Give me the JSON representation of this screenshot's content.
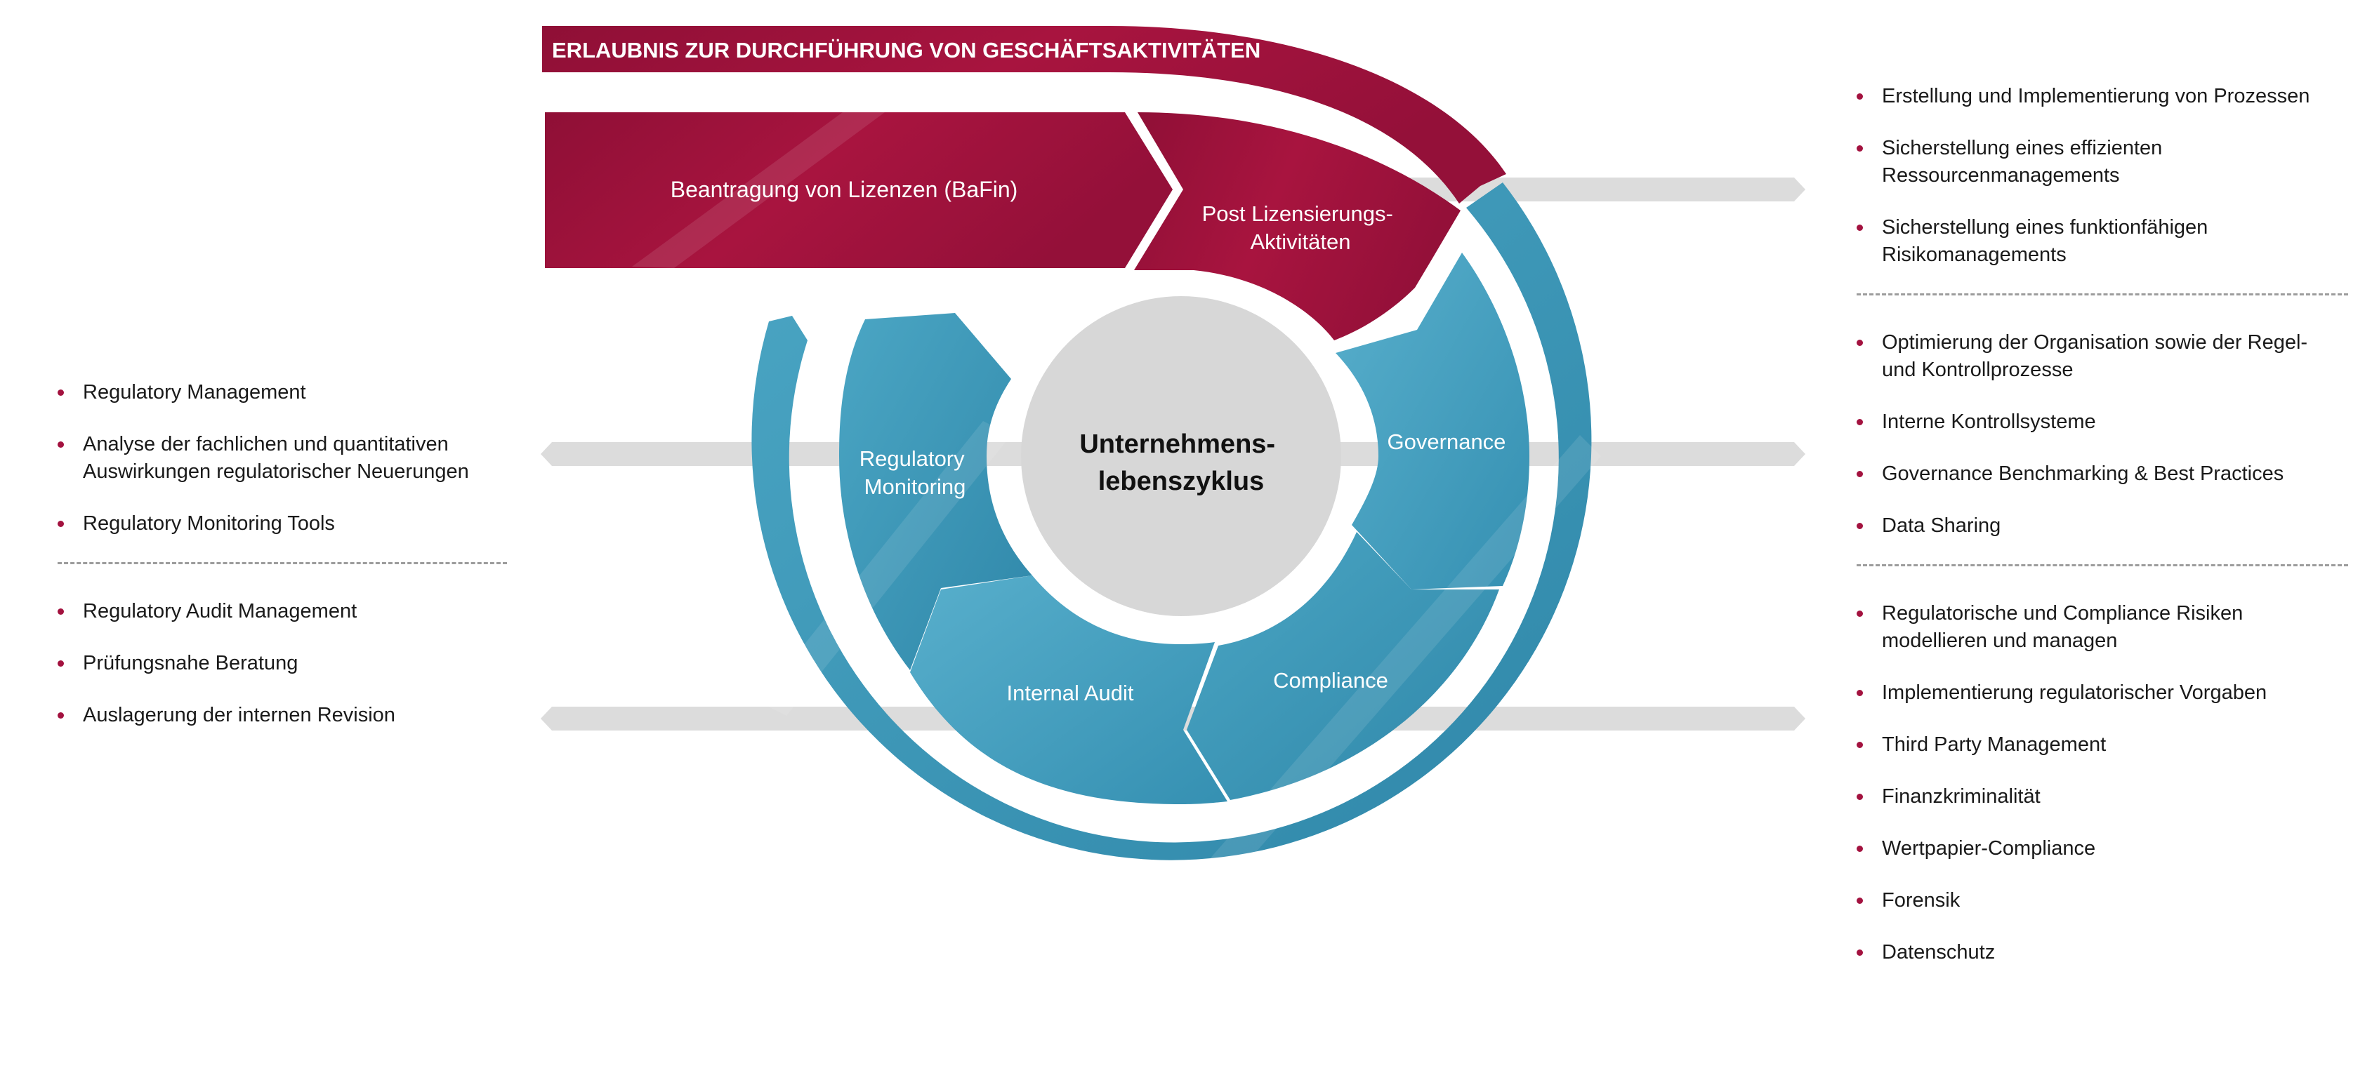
{
  "diagram": {
    "banner_title": "ERLAUBNIS ZUR DURCHFÜHRUNG VON GESCHÄFTSAKTIVITÄTEN",
    "arrow_licensing": "Beantragung von Lizenzen (BaFin)",
    "post_licensing": [
      "Post Lizensierungs-",
      "Aktivitäten"
    ],
    "center": [
      "Unternehmens-",
      "lebenszyklus"
    ],
    "segments": {
      "governance": "Governance",
      "compliance": "Compliance",
      "internal_audit": "Internal Audit",
      "regulatory_monitoring": [
        "Regulatory",
        "Monitoring"
      ]
    }
  },
  "left_groups": [
    {
      "items": [
        [
          "Regulatory Management"
        ],
        [
          "Analyse der fachlichen und quantitativen",
          "Auswirkungen regulatorischer Neuerungen"
        ],
        [
          "Regulatory Monitoring Tools"
        ]
      ]
    },
    {
      "items": [
        [
          "Regulatory Audit Management"
        ],
        [
          "Prüfungsnahe Beratung"
        ],
        [
          "Auslagerung der internen Revision"
        ]
      ]
    }
  ],
  "right_groups": [
    {
      "items": [
        [
          "Erstellung und Implementierung von Prozessen"
        ],
        [
          "Sicherstellung eines effizienten",
          "Ressourcenmanagements"
        ],
        [
          "Sicherstellung eines funktionfähigen",
          "Risikomanagements"
        ]
      ]
    },
    {
      "items": [
        [
          "Optimierung der Organisation sowie der Regel-",
          "und Kontrollprozesse"
        ],
        [
          "Interne Kontrollsysteme"
        ],
        [
          "Governance Benchmarking & Best Practices"
        ],
        [
          "Data Sharing"
        ]
      ]
    },
    {
      "items": [
        [
          "Regulatorische und Compliance Risiken",
          "modellieren und managen"
        ],
        [
          "Implementierung regulatorischer Vorgaben"
        ],
        [
          "Third Party Management"
        ],
        [
          "Finanzkriminalität"
        ],
        [
          "Wertpapier-Compliance"
        ],
        [
          "Forensik"
        ],
        [
          "Datenschutz"
        ]
      ]
    }
  ],
  "colors": {
    "crimson": "#a3123f",
    "crimson_dark": "#8a0e33",
    "teal": "#3a95b5",
    "teal_dark": "#2f84a5",
    "gray_bar": "#dcdcdc",
    "center_circle": "#d7d7d7",
    "bullet": "#a3123f"
  }
}
